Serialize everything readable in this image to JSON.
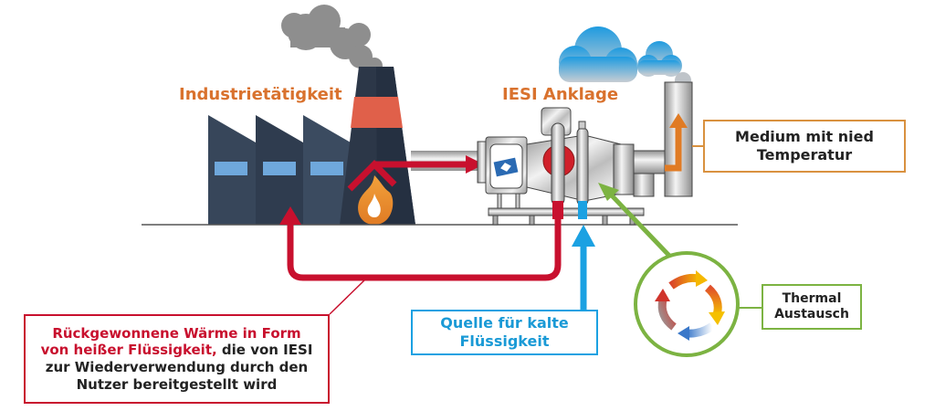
{
  "labels": {
    "industry": "Industrietätigkeit",
    "plant": "IESI Anklage"
  },
  "callouts": {
    "medium": {
      "line1": "Medium mit nied",
      "line2": "Temperatur"
    },
    "thermal": {
      "line1": "Thermal",
      "line2": "Austausch"
    },
    "cold_source": {
      "line1": "Quelle für kalte",
      "line2": "Flüssigkeit"
    },
    "recovered_heat": {
      "highlight_line1": "Rückgewonnene Wärme in Form",
      "highlight_line2": "von heißer Flüssigkeit,",
      "rest_line2": " die von IESI",
      "line3": "zur Wiederverwendung durch den",
      "line4": "Nutzer bereitgestellt wird"
    }
  },
  "colors": {
    "hot_flow": "#c8102e",
    "cold_flow": "#1ba1e2",
    "output_flow": "#e07b24",
    "exchange": "#7cb342",
    "factory": "#37465a",
    "title_orange": "#d9722e"
  },
  "icons": {
    "flame": "flame-icon",
    "cycle": "thermal-cycle-icon",
    "logo": "iesi-logo-icon"
  }
}
